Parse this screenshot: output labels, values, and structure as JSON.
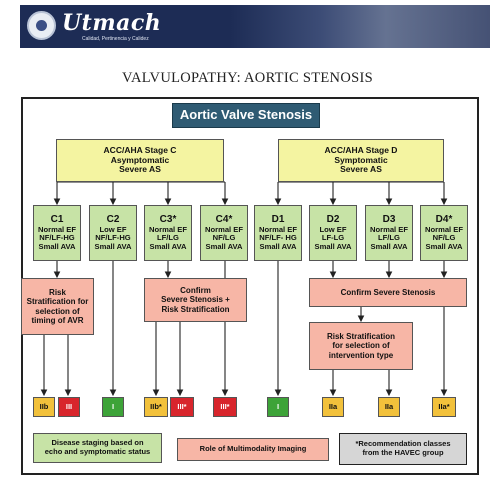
{
  "header": {
    "logo_text": "Utmach",
    "tagline": "Calidad, Pertinencia y Calidez"
  },
  "page_title": "VALVULOPATHY: AORTIC STENOSIS",
  "diagram": {
    "title": "Aortic Valve Stenosis",
    "stage_c": {
      "line1": "ACC/AHA Stage C",
      "line2": "Asymptomatic",
      "line3": "Severe AS"
    },
    "stage_d": {
      "line1": "ACC/AHA Stage D",
      "line2": "Symptomatic",
      "line3": "Severe AS"
    },
    "substages": [
      {
        "code": "C1",
        "l1": "Normal EF",
        "l2": "NF/LF-HG",
        "l3": "Small AVA"
      },
      {
        "code": "C2",
        "l1": "Low EF",
        "l2": "NF/LF-HG",
        "l3": "Small AVA"
      },
      {
        "code": "C3*",
        "l1": "Normal EF",
        "l2": "LF/LG",
        "l3": "Small AVA"
      },
      {
        "code": "C4*",
        "l1": "Normal EF",
        "l2": "NF/LG",
        "l3": "Small AVA"
      },
      {
        "code": "D1",
        "l1": "Normal EF",
        "l2": "NF/LF- HG",
        "l3": "Small AVA"
      },
      {
        "code": "D2",
        "l1": "Low EF",
        "l2": "LF-LG",
        "l3": "Small AVA"
      },
      {
        "code": "D3",
        "l1": "Normal EF",
        "l2": "LF/LG",
        "l3": "Small AVA"
      },
      {
        "code": "D4*",
        "l1": "Normal EF",
        "l2": "NF/LG",
        "l3": "Small AVA"
      }
    ],
    "action_boxes": {
      "risk_strat_timing": {
        "l1": "Risk",
        "l2": "Stratification for",
        "l3": "selection of",
        "l4": "timing of AVR"
      },
      "confirm_severe_risk": {
        "l1": "Confirm",
        "l2": "Severe Stenosis +",
        "l3": "Risk Stratification"
      },
      "confirm_severe": "Confirm Severe Stenosis",
      "risk_strat_intervention": {
        "l1": "Risk Stratification",
        "l2": "for selection of",
        "l3": "intervention type"
      }
    },
    "recommendations": [
      {
        "label": "IIb",
        "color": "#f2c13b"
      },
      {
        "label": "III",
        "color": "#d8252c"
      },
      {
        "label": "I",
        "color": "#3da338"
      },
      {
        "label": "IIb*",
        "color": "#f2c13b"
      },
      {
        "label": "III*",
        "color": "#d8252c"
      },
      {
        "label": "III*",
        "color": "#d8252c"
      },
      {
        "label": "I",
        "color": "#3da338"
      },
      {
        "label": "IIa",
        "color": "#f2c13b"
      },
      {
        "label": "IIa",
        "color": "#f2c13b"
      },
      {
        "label": "IIa*",
        "color": "#f2c13b"
      }
    ],
    "legend": {
      "staging": {
        "l1": "Disease staging based on",
        "l2": "echo and symptomatic status"
      },
      "imaging": "Role of Multimodality Imaging",
      "classes": {
        "l1": "*Recommendation classes",
        "l2": "from the HAVEC group"
      }
    }
  }
}
